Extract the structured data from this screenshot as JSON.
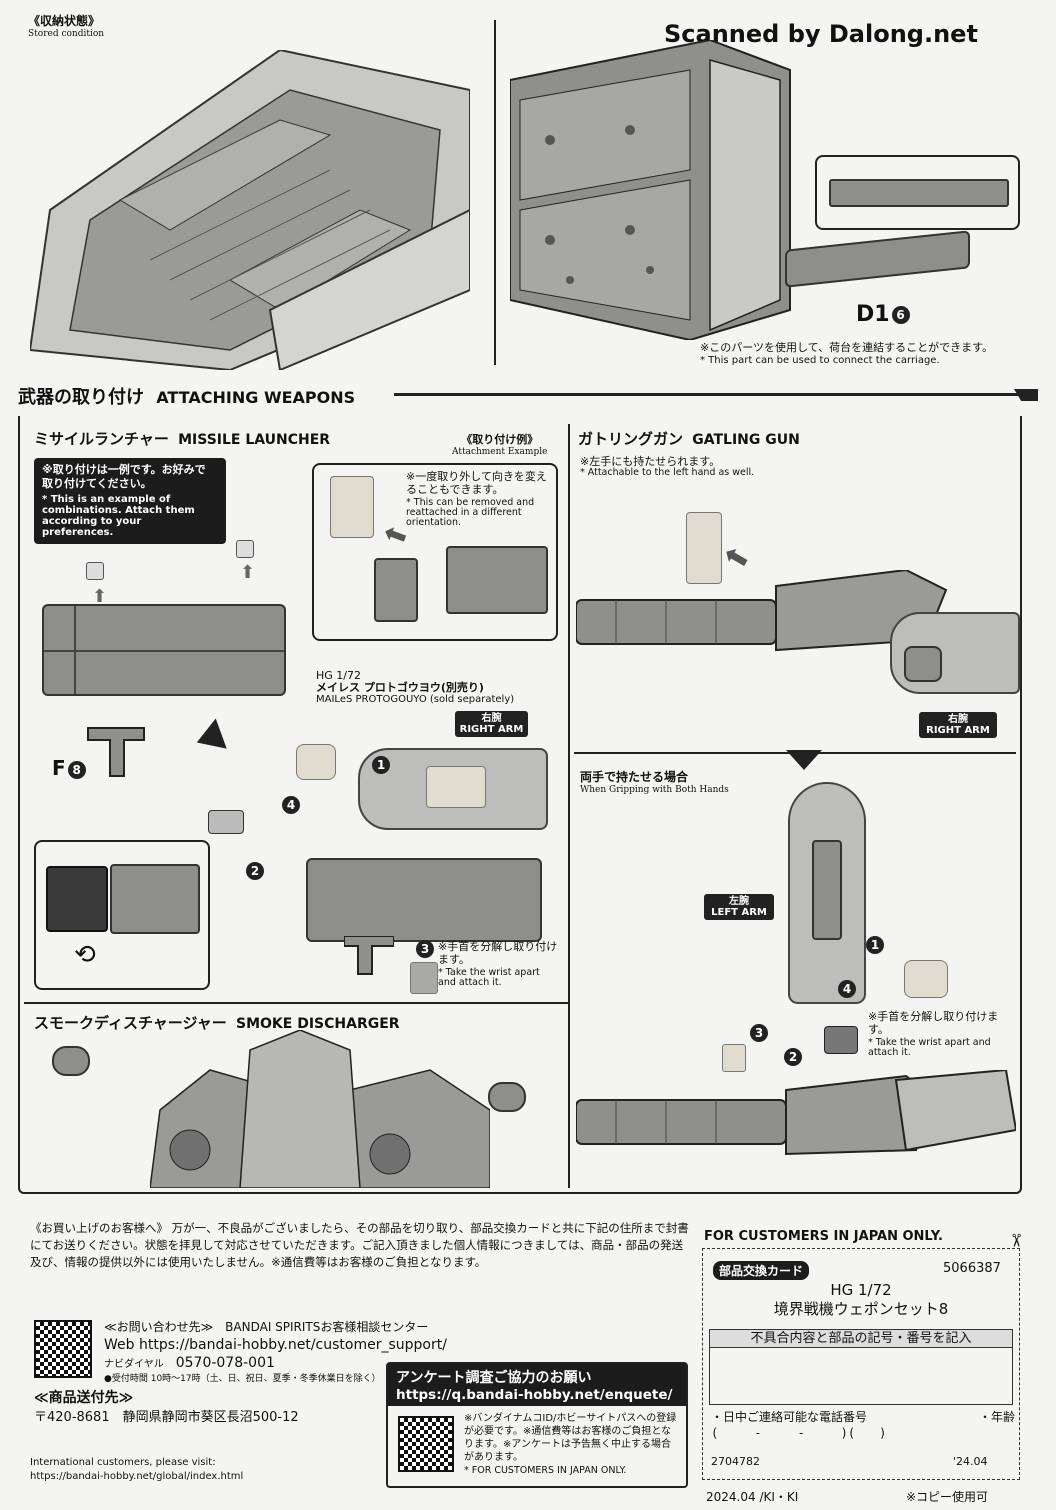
{
  "watermark": "Scanned by Dalong.net",
  "top": {
    "stored_jp": "《収納状態》",
    "stored_en": "Stored condition",
    "part_code": "D1",
    "part_num": "6",
    "note_jp": "※このパーツを使用して、荷台を連結することができます。",
    "note_en": "* This part can be used to connect the carriage."
  },
  "section_title_jp": "武器の取り付け",
  "section_title_en": "ATTACHING WEAPONS",
  "missile": {
    "title_jp": "ミサイルランチャー",
    "title_en": "MISSILE LAUNCHER",
    "example_jp": "《取り付け例》",
    "example_en": "Attachment Example",
    "box_jp": "※取り付けは一例です。お好みで取り付けてください。",
    "box_en": "* This is an example of combinations. Attach them according to your preferences.",
    "reattach_jp": "※一度取り外して向きを変えることもできます。",
    "reattach_en": "* This can be removed and reattached in a different orientation.",
    "part_code": "F",
    "part_num": "8",
    "hg_line1": "HG 1/72",
    "hg_line2": "メイレス プロトゴウヨウ(別売り)",
    "hg_line3": "MAILeS PROTOGOUYO (sold separately)",
    "right_arm_jp": "右腕",
    "right_arm_en": "RIGHT ARM",
    "wrist_jp": "※手首を分解し取り付けます。",
    "wrist_en": "* Take the wrist apart and attach it.",
    "steps": [
      "1",
      "2",
      "3",
      "4"
    ]
  },
  "gatling": {
    "title_jp": "ガトリングガン",
    "title_en": "GATLING GUN",
    "left_note_jp": "※左手にも持たせられます。",
    "left_note_en": "* Attachable to the left hand as well.",
    "right_arm_jp": "右腕",
    "right_arm_en": "RIGHT ARM",
    "both_jp": "両手で持たせる場合",
    "both_en": "When Gripping with Both Hands",
    "left_arm_jp": "左腕",
    "left_arm_en": "LEFT ARM",
    "wrist_jp": "※手首を分解し取り付けます。",
    "wrist_en": "* Take the wrist apart and attach it.",
    "steps": [
      "1",
      "2",
      "3",
      "4"
    ]
  },
  "smoke": {
    "title_jp": "スモークディスチャージャー",
    "title_en": "SMOKE DISCHARGER"
  },
  "footer": {
    "notice": "《お買い上げのお客様へ》 万が一、不良品がございましたら、その部品を切り取り、部品交換カードと共に下記の住所まで封書にてお送りください。状態を拝見して対応させていただきます。ご記入頂きました個人情報につきましては、商品・部品の発送及び、情報の提供以外には使用いたしません。※通信費等はお客様のご負担となります。",
    "contact_title": "≪お問い合わせ先≫",
    "contact_org": "BANDAI SPIRITSお客様相談センター",
    "web_label": "Web",
    "web_url": "https://bandai-hobby.net/customer_support/",
    "dial_label": "ナビダイヤル",
    "dial_number": "0570-078-001",
    "hours": "●受付時間 10時～17時（土、日、祝日、夏季・冬季休業日を除く）",
    "ship_title": "≪商品送付先≫",
    "address": "〒420-8681　静岡県静岡市葵区長沼500-12",
    "intl_label": "International customers, please visit:",
    "intl_url": "https://bandai-hobby.net/global/index.html",
    "survey_title": "アンケート調査ご協力のお願い",
    "survey_url": "https://q.bandai-hobby.net/enquete/",
    "survey_note": "※バンダイナムコID/ホビーサイトパスへの登録が必要です。※通信費等はお客様のご負担となります。※アンケートは予告無く中止する場合があります。",
    "survey_note_en": "* FOR CUSTOMERS IN JAPAN ONLY.",
    "japan_only": "FOR CUSTOMERS IN JAPAN ONLY.",
    "card_label": "部品交換カード",
    "card_code": "5066387",
    "card_product_line1": "HG 1/72",
    "card_product_line2": "境界戦機ウェポンセット8",
    "card_fill": "不具合内容と部品の記号・番号を記入",
    "phone_label": "・日中ご連絡可能な電話番号",
    "age_label": "・年齢",
    "phone_format": "(　　　-　　　-　　　)(　　)",
    "code2": "2704782",
    "date_small": "'24.04",
    "date_line": "2024.04 /KI・KI",
    "copy_note": "※コピー使用可"
  }
}
